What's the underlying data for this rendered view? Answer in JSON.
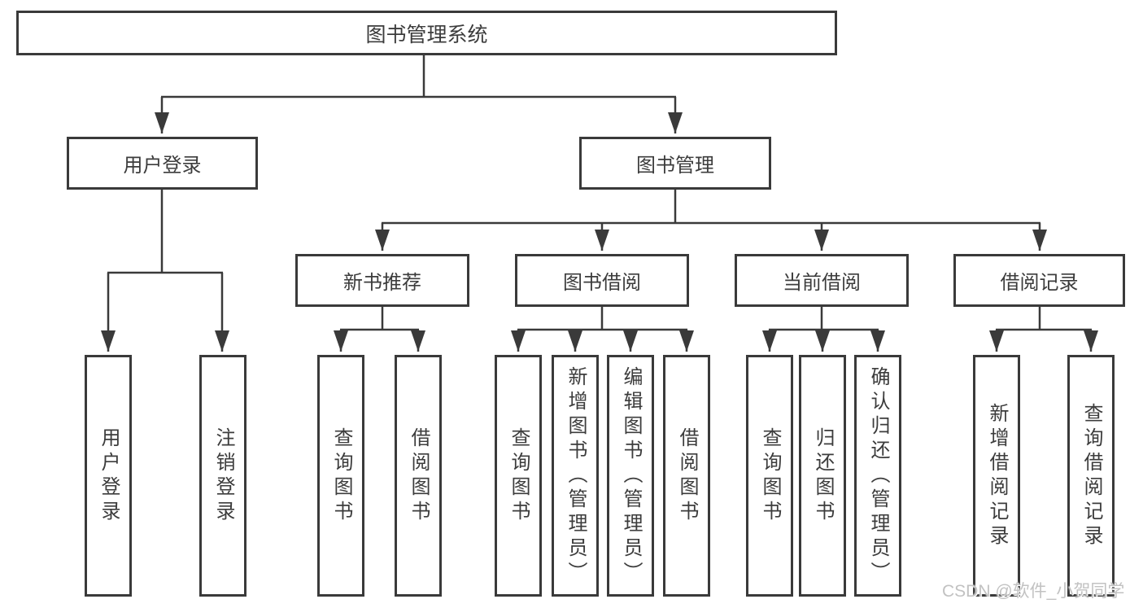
{
  "tree": {
    "root": {
      "label": "图书管理系统"
    },
    "children": [
      {
        "label": "用户登录",
        "children": [
          {
            "label": "用户登录"
          },
          {
            "label": "注销登录"
          }
        ]
      },
      {
        "label": "图书管理",
        "children": [
          {
            "label": "新书推荐",
            "children": [
              {
                "label": "查询图书"
              },
              {
                "label": "借阅图书"
              }
            ]
          },
          {
            "label": "图书借阅",
            "children": [
              {
                "label": "查询图书"
              },
              {
                "label": "新增图书（管理员）"
              },
              {
                "label": "编辑图书（管理员）"
              },
              {
                "label": "借阅图书"
              }
            ]
          },
          {
            "label": "当前借阅",
            "children": [
              {
                "label": "查询图书"
              },
              {
                "label": "归还图书"
              },
              {
                "label": "确认归还（管理员）"
              }
            ]
          },
          {
            "label": "借阅记录",
            "children": [
              {
                "label": "新增借阅记录"
              },
              {
                "label": "查询借阅记录"
              }
            ]
          }
        ]
      }
    ]
  },
  "watermark": "CSDN @软件_小贺同学",
  "colors": {
    "line": "#3a3a3a",
    "text": "#3c3c3c",
    "background": "#ffffff",
    "watermark": "#c2c2c2"
  }
}
